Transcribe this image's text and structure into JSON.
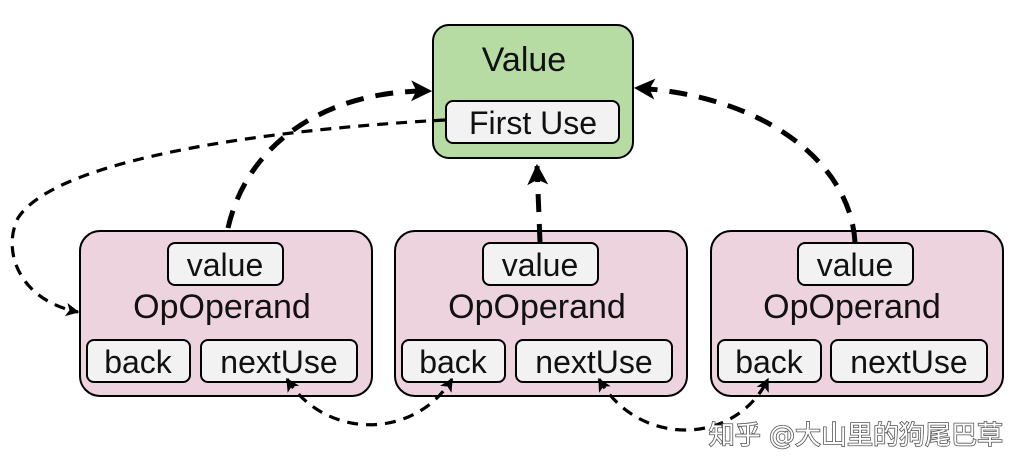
{
  "colors": {
    "value_fill": "#b7dca3",
    "operand_fill": "#edd3dd",
    "field_fill": "#f2f2f2",
    "stroke": "#000000"
  },
  "value_node": {
    "title": "Value",
    "field": "First Use"
  },
  "operands": [
    {
      "title": "OpOperand",
      "value_field": "value",
      "back_field": "back",
      "next_field": "nextUse"
    },
    {
      "title": "OpOperand",
      "value_field": "value",
      "back_field": "back",
      "next_field": "nextUse"
    },
    {
      "title": "OpOperand",
      "value_field": "value",
      "back_field": "back",
      "next_field": "nextUse"
    }
  ],
  "watermark": "知乎 @大山里的狗尾巴草"
}
